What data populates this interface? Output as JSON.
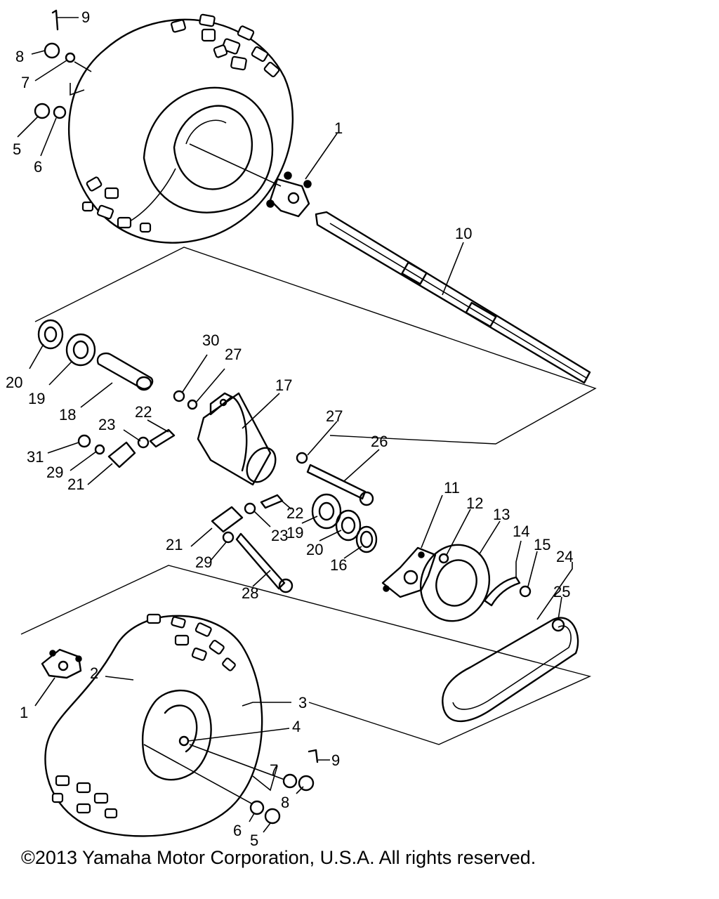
{
  "labels": {
    "l9a": "9",
    "l8a": "8",
    "l7a": "7",
    "l5a": "5",
    "l6a": "6",
    "l1a": "1",
    "l10": "10",
    "l20a": "20",
    "l19a": "19",
    "l18": "18",
    "l30": "30",
    "l27a": "27",
    "l17": "17",
    "l22a": "22",
    "l23a": "23",
    "l31": "31",
    "l29a": "29",
    "l21a": "21",
    "l27b": "27",
    "l26": "26",
    "l22b": "22",
    "l23b": "23",
    "l21b": "21",
    "l29b": "29",
    "l19b": "19",
    "l20b": "20",
    "l16": "16",
    "l28": "28",
    "l11": "11",
    "l12": "12",
    "l13": "13",
    "l14": "14",
    "l15": "15",
    "l24": "24",
    "l25": "25",
    "l2": "2",
    "l3": "3",
    "l1b": "1",
    "l4": "4",
    "l9b": "9",
    "l7b": "7",
    "l8b": "8",
    "l6b": "6",
    "l5b": "5"
  },
  "footer": {
    "copyright": "©2013 Yamaha Motor Corporation, U.S.A. All rights reserved."
  }
}
